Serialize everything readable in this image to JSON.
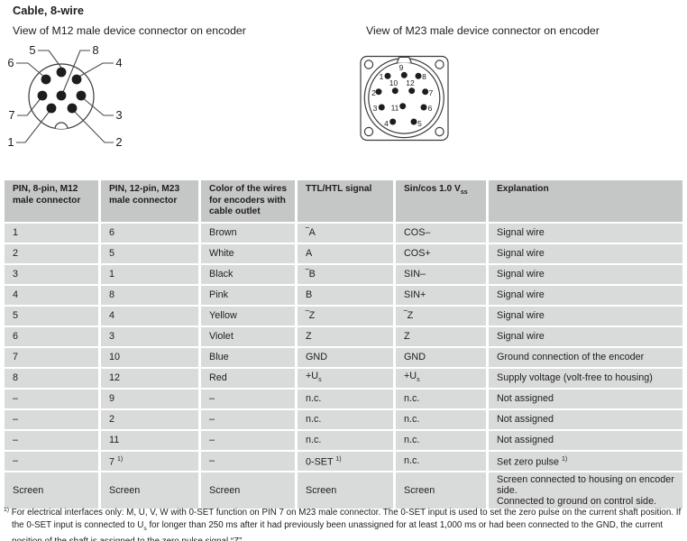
{
  "page": {
    "title": "Cable, 8-wire",
    "captions": {
      "m12": "View of M12 male device connector on encoder",
      "m23": "View of M23 male device connector on encoder"
    }
  },
  "diagrams": {
    "m12": {
      "pin_labels": [
        "1",
        "2",
        "3",
        "4",
        "5",
        "6",
        "7",
        "8"
      ]
    },
    "m23": {
      "pin_labels": [
        "1",
        "2",
        "3",
        "4",
        "5",
        "6",
        "7",
        "8",
        "9",
        "10",
        "11",
        "12"
      ]
    }
  },
  "table": {
    "headers": [
      "PIN, 8-pin, M12 male connector",
      "PIN, 12-pin, M23 male connector",
      "Color of the wires for encoders with cable outlet",
      "TTL/HTL signal",
      "Sin/cos 1.0 V_{ss}",
      "Explanation"
    ],
    "rows": [
      [
        "1",
        "6",
        "Brown",
        "‾A",
        "COS–",
        "Signal wire"
      ],
      [
        "2",
        "5",
        "White",
        "A",
        "COS+",
        "Signal wire"
      ],
      [
        "3",
        "1",
        "Black",
        "‾B",
        "SIN–",
        "Signal wire"
      ],
      [
        "4",
        "8",
        "Pink",
        "B",
        "SIN+",
        "Signal wire"
      ],
      [
        "5",
        "4",
        "Yellow",
        "‾Z",
        "‾Z",
        "Signal wire"
      ],
      [
        "6",
        "3",
        "Violet",
        "Z",
        "Z",
        "Signal wire"
      ],
      [
        "7",
        "10",
        "Blue",
        "GND",
        "GND",
        "Ground connection of the encoder"
      ],
      [
        "8",
        "12",
        "Red",
        "+U_{s}",
        "+U_{s}",
        "Supply voltage (volt-free to housing)"
      ],
      [
        "–",
        "9",
        "–",
        "n.c.",
        "n.c.",
        "Not assigned"
      ],
      [
        "–",
        "2",
        "–",
        "n.c.",
        "n.c.",
        "Not assigned"
      ],
      [
        "–",
        "11",
        "–",
        "n.c.",
        "n.c.",
        "Not assigned"
      ],
      [
        "–",
        "7 ^{1)}",
        "–",
        "0-SET ^{1)}",
        "n.c.",
        "Set zero pulse ^{1)}"
      ],
      [
        "Screen",
        "Screen",
        "Screen",
        "Screen",
        "Screen",
        "Screen connected to housing on encoder side.\nConnected to ground on control side."
      ]
    ]
  },
  "footnote": {
    "marker": "1)",
    "text": " For electrical interfaces only: M, U, V, W with 0-SET function on PIN 7 on M23 male connector. The 0-SET input is used to set the zero pulse on the current shaft position. If the 0-SET input is connected to U_{s} for longer than 250 ms after it had previously been unassigned for at least 1,000 ms or had been connected to the GND, the current position of the shaft is assigned to the zero pulse signal “Z”."
  },
  "colors": {
    "header_bg": "#c5c6c6",
    "row_bg": "#d9dada",
    "text": "#1d1d1b",
    "line": "#3c3c3c"
  }
}
